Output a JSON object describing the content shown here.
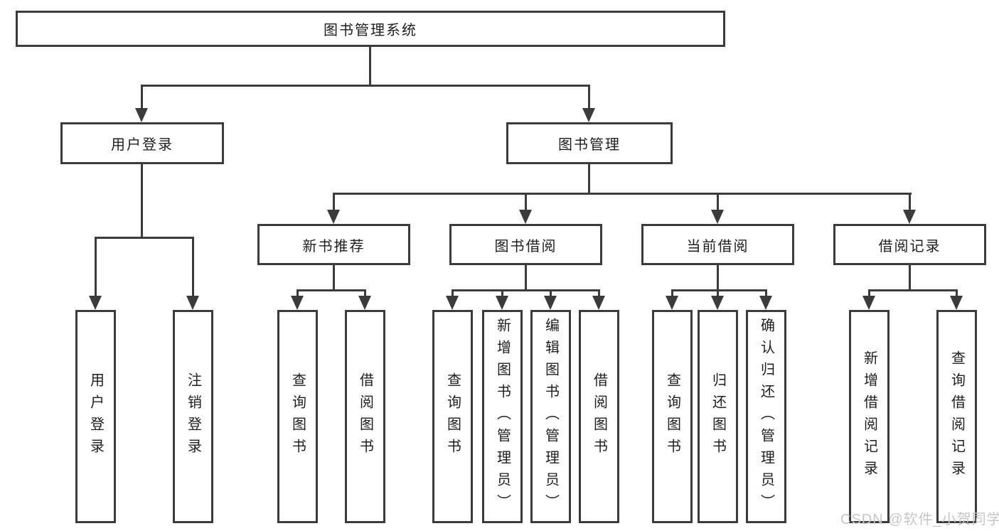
{
  "diagram": {
    "root": {
      "label": "图书管理系统"
    },
    "level2": {
      "user_login": {
        "label": "用户登录"
      },
      "book_mgmt": {
        "label": "图书管理"
      }
    },
    "level3": {
      "new_book": {
        "label": "新书推荐"
      },
      "book_borrow": {
        "label": "图书借阅"
      },
      "current_borrow": {
        "label": "当前借阅"
      },
      "borrow_record": {
        "label": "借阅记录"
      }
    },
    "leaves": {
      "user_login": [
        "用户登录",
        "注销登录"
      ],
      "new_book": [
        "查询图书",
        "借阅图书"
      ],
      "book_borrow": [
        "查询图书",
        "新增图书（管理员）",
        "编辑图书（管理员）",
        "借阅图书"
      ],
      "current_borrow": [
        "查询图书",
        "归还图书",
        "确认归还（管理员）"
      ],
      "borrow_record": [
        "新增借阅记录",
        "查询借阅记录"
      ]
    }
  },
  "watermark": {
    "text": "CSDN @软件_小贺同学"
  },
  "colors": {
    "line": "#3b3b3b",
    "text": "#1e1e1e",
    "watermark": "#c6c6c6",
    "background": "#ffffff"
  }
}
